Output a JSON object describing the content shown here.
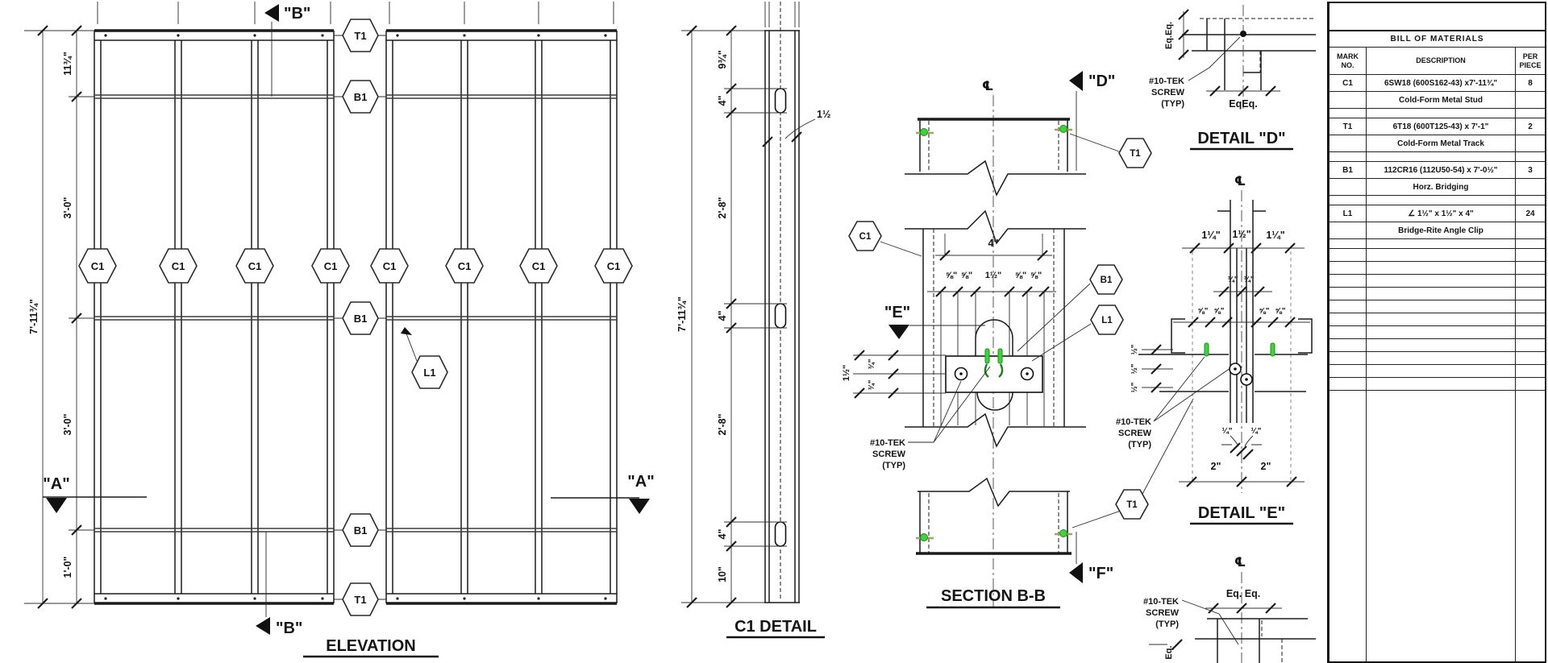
{
  "colors": {
    "line": "#1b1b1b",
    "screw_green": "#3bd43b",
    "screw_tan": "#b09a62"
  },
  "elevation": {
    "title": "ELEVATION",
    "dim_top": "11¾\"",
    "dim_upper": "3'-0\"",
    "dim_lower": "3'-0\"",
    "dim_bottom": "1'-0\"",
    "dim_overall": "7'-11¾\"",
    "mark_a": "\"A\"",
    "mark_b": "\"B\"",
    "mark_c1": "C1",
    "mark_t1": "T1",
    "mark_b1": "B1",
    "mark_l1": "L1"
  },
  "c1_detail": {
    "title": "C1 DETAIL",
    "dim_overall": "7'-11¾\"",
    "dim_1": "9¾\"",
    "dim_2": "4\"",
    "dim_3": "2'-8\"",
    "dim_4": "4\"",
    "dim_5": "2'-8\"",
    "dim_6": "4\"",
    "dim_7": "10\"",
    "offset": "1½"
  },
  "section_bb": {
    "title": "SECTION B-B",
    "centerline": "℄",
    "mark_d": "\"D\"",
    "mark_e": "\"E\"",
    "mark_f": "\"F\"",
    "mark_c1": "C1",
    "mark_b1": "B1",
    "mark_l1": "L1",
    "mark_t1": "T1",
    "dim_width": "4\"",
    "sp_1": "⅝\"",
    "sp_2": "⅝\"",
    "sp_3": "1½\"",
    "sp_4": "⅝\"",
    "sp_5": "⅝\"",
    "left_overall": "1½\"",
    "left_a": "¾\"",
    "left_b": "¾\""
  },
  "detail_d": {
    "title": "DETAIL \"D\"",
    "eq_v": "Eq.Eq.",
    "eq_h": "EqEq."
  },
  "detail_e": {
    "title": "DETAIL \"E\"",
    "centerline": "℄",
    "top_1": "1¼\"",
    "top_2": "1½\"",
    "top_3": "1¼\"",
    "mid_1": "¾\"",
    "mid_2": "¾\"",
    "e8_1": "⅝\"",
    "e8_2": "⅝\"",
    "e8_3": "⅝\"",
    "e8_4": "⅝\"",
    "side_1": "½\"",
    "side_2": "½\"",
    "side_3": "½\"",
    "q_1": "¼\"",
    "q_2": "¼\"",
    "b_1": "2\"",
    "b_2": "2\""
  },
  "detail_f": {
    "centerline": "℄",
    "eq_pair": "Eq. Eq.",
    "eq_side": "Eq."
  },
  "notes": {
    "tek_1": "#10-TEK",
    "tek_2": "SCREW",
    "tek_3": "(TYP)"
  },
  "bom": {
    "title": "BILL OF MATERIALS",
    "h_mark_1": "MARK",
    "h_mark_2": "NO.",
    "h_desc": "DESCRIPTION",
    "h_per_1": "PER",
    "h_per_2": "PIECE",
    "items": [
      {
        "mark": "C1",
        "desc": "6SW18 (600S162-43) x7'-11¾\"",
        "desc2": "Cold-Form Metal Stud",
        "qty": "8"
      },
      {
        "mark": "T1",
        "desc": "6T18 (600T125-43) x 7'-1\"",
        "desc2": "Cold-Form Metal Track",
        "qty": "2"
      },
      {
        "mark": "B1",
        "desc": "112CR16 (112U50-54) x 7'-0½\"",
        "desc2": "Horz. Bridging",
        "qty": "3"
      },
      {
        "mark": "L1",
        "desc": "∠ 1½\" x 1½\" x 4\"",
        "desc2": "Bridge-Rite Angle Clip",
        "qty": "24"
      }
    ]
  }
}
